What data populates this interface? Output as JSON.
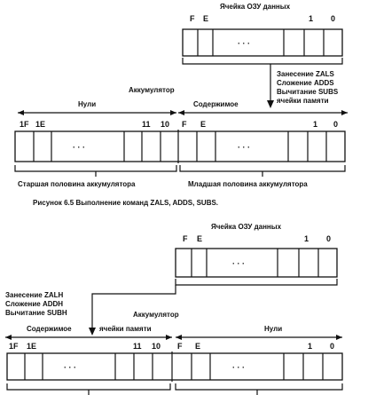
{
  "figure1": {
    "memory_cell_title": "Ячейка ОЗУ данных",
    "mem_bits": {
      "left1": "F",
      "left2": "E",
      "right1": "1",
      "right2": "0"
    },
    "mem_dots": "· · ·",
    "ops": [
      "Занесение ZALS",
      "Сложение ADDS",
      "Вычитание SUBS"
    ],
    "accumulator_label": "Аккумулятор",
    "zeros_label": "Нули",
    "contents_label": "Содержимое",
    "memory_cell_label": "ячейки памяти",
    "acc_bits": {
      "b1f": "1F",
      "b1e": "1E",
      "b11": "11",
      "b10": "10",
      "bF": "F",
      "bE": "E",
      "b1": "1",
      "b0": "0"
    },
    "acc_dots_left": "· · ·",
    "acc_dots_right": "· · ·",
    "high_half": "Старшая половина аккумулятора",
    "low_half": "Младшая половина аккумулятора",
    "caption": "Рисунок 6.5 Выполнение команд ZALS, ADDS, SUBS."
  },
  "figure2": {
    "memory_cell_title": "Ячейка ОЗУ данных",
    "mem_bits": {
      "left1": "F",
      "left2": "E",
      "right1": "1",
      "right2": "0"
    },
    "mem_dots": "· · ·",
    "ops": [
      "Занесение ZALH",
      "Сложение ADDH",
      "Вычитание SUBH"
    ],
    "accumulator_label": "Аккумулятор",
    "contents_label": "Содержимое",
    "memory_cell_label": "ячейки памяти",
    "zeros_label": "Нули",
    "acc_bits": {
      "b1f": "1F",
      "b1e": "1E",
      "b11": "11",
      "b10": "10",
      "bF": "F",
      "bE": "E",
      "b1": "1",
      "b0": "0"
    },
    "acc_dots_left": "· · ·",
    "acc_dots_right": "· · ·"
  }
}
